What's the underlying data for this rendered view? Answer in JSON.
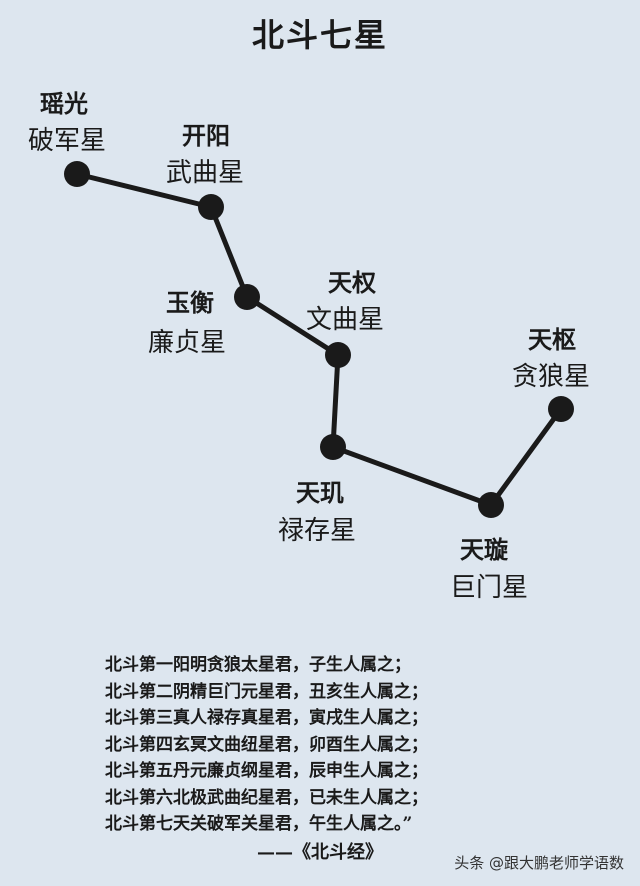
{
  "title": "北斗七星",
  "stars": [
    {
      "name": "瑶光",
      "alias": "破军星"
    },
    {
      "name": "开阳",
      "alias": "武曲星"
    },
    {
      "name": "玉衡",
      "alias": "廉贞星"
    },
    {
      "name": "天权",
      "alias": "文曲星"
    },
    {
      "name": "天玑",
      "alias": "禄存星"
    },
    {
      "name": "天璇",
      "alias": "巨门星"
    },
    {
      "name": "天枢",
      "alias": "贪狼星"
    }
  ],
  "verses": [
    "北斗第一阳明贪狼太星君，子生人属之；",
    "北斗第二阴精巨门元星君，丑亥生人属之；",
    "北斗第三真人禄存真星君，寅戌生人属之；",
    "北斗第四玄冥文曲纽星君，卯酉生人属之；",
    "北斗第五丹元廉贞纲星君，辰申生人属之；",
    "北斗第六北极武曲纪星君，已未生人属之；",
    "北斗第七天关破军关星君，午生人属之。”"
  ],
  "source": "——《北斗经》",
  "watermark": "头条 @跟大鹏老师学语数",
  "colors": {
    "background": "#dde6ef",
    "line": "#1a1a1a",
    "dot": "#1a1a1a"
  }
}
